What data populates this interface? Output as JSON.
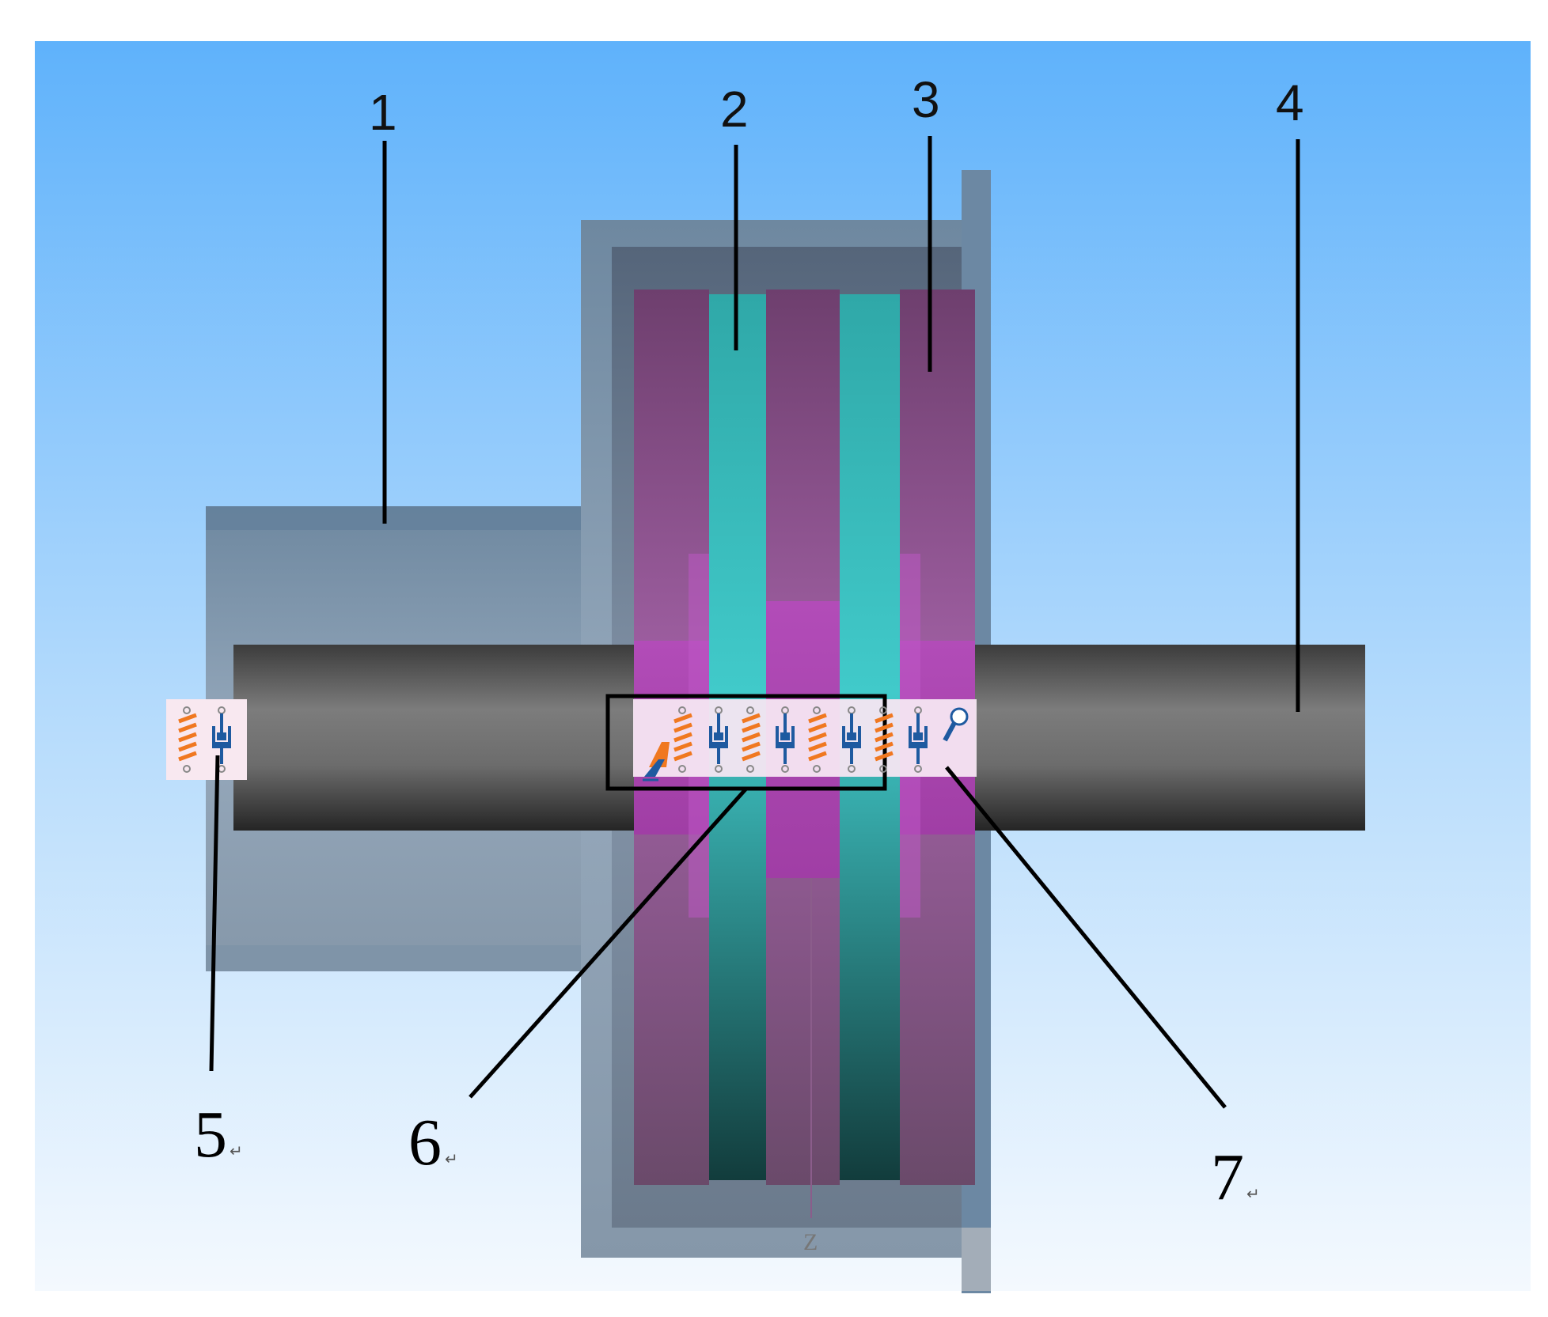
{
  "colors": {
    "sky_top": "#5fb2fb",
    "sky_bottom": "#f2f8fe",
    "housing": "#8a9eb0",
    "shaft": "#6f6f6f",
    "friction_plate": "#9a5d9a",
    "steel_plate": "#40c8c8",
    "hub": "#b44cb4",
    "spring": "#f07820",
    "damper": "#1e5aa0",
    "callout_line": "#000000"
  },
  "labels": {
    "l1": "1",
    "l2": "2",
    "l3": "3",
    "l4": "4",
    "l5": "5",
    "l6": "6",
    "l7": "7",
    "return_mark": "↵",
    "axis_z": "Z"
  },
  "icons": {
    "left_group": [
      "spring-icon",
      "damper-icon"
    ],
    "center_group": [
      "force-source-icon",
      "spring-icon",
      "damper-icon",
      "spring-icon",
      "damper-icon",
      "spring-icon",
      "damper-icon",
      "spring-icon",
      "damper-icon",
      "probe-icon"
    ]
  }
}
